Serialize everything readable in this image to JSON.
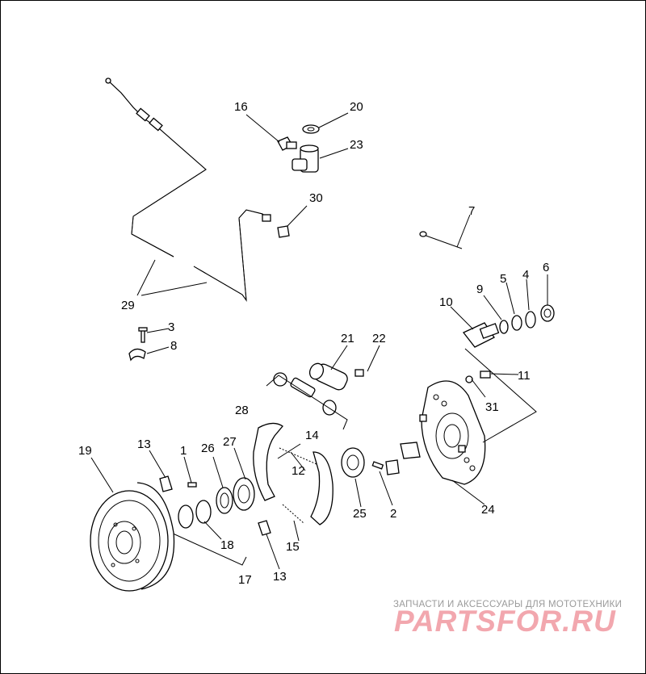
{
  "diagram": {
    "callouts": [
      {
        "id": "c1",
        "text": "1"
      },
      {
        "id": "c2",
        "text": "2"
      },
      {
        "id": "c3",
        "text": "3"
      },
      {
        "id": "c4",
        "text": "4"
      },
      {
        "id": "c5",
        "text": "5"
      },
      {
        "id": "c6",
        "text": "6"
      },
      {
        "id": "c7",
        "text": "7"
      },
      {
        "id": "c8",
        "text": "8"
      },
      {
        "id": "c9",
        "text": "9"
      },
      {
        "id": "c10",
        "text": "10"
      },
      {
        "id": "c11",
        "text": "11"
      },
      {
        "id": "c12",
        "text": "12"
      },
      {
        "id": "c13a",
        "text": "13"
      },
      {
        "id": "c13b",
        "text": "13"
      },
      {
        "id": "c14",
        "text": "14"
      },
      {
        "id": "c15",
        "text": "15"
      },
      {
        "id": "c16",
        "text": "16"
      },
      {
        "id": "c17",
        "text": "17"
      },
      {
        "id": "c18",
        "text": "18"
      },
      {
        "id": "c19",
        "text": "19"
      },
      {
        "id": "c20",
        "text": "20"
      },
      {
        "id": "c21",
        "text": "21"
      },
      {
        "id": "c22",
        "text": "22"
      },
      {
        "id": "c23",
        "text": "23"
      },
      {
        "id": "c24",
        "text": "24"
      },
      {
        "id": "c25",
        "text": "25"
      },
      {
        "id": "c26",
        "text": "26"
      },
      {
        "id": "c27",
        "text": "27"
      },
      {
        "id": "c28",
        "text": "28"
      },
      {
        "id": "c29",
        "text": "29"
      },
      {
        "id": "c30",
        "text": "30"
      },
      {
        "id": "c31",
        "text": "31"
      }
    ]
  },
  "watermark": {
    "tagline": "ЗАПЧАСТИ И АКСЕССУАРЫ ДЛЯ МОТОТЕХНИКИ",
    "logo": "PARTSFOR.RU"
  },
  "colors": {
    "line": "#000000",
    "watermark_text": "#9a9a9a",
    "watermark_logo": "#f2a7ae"
  }
}
